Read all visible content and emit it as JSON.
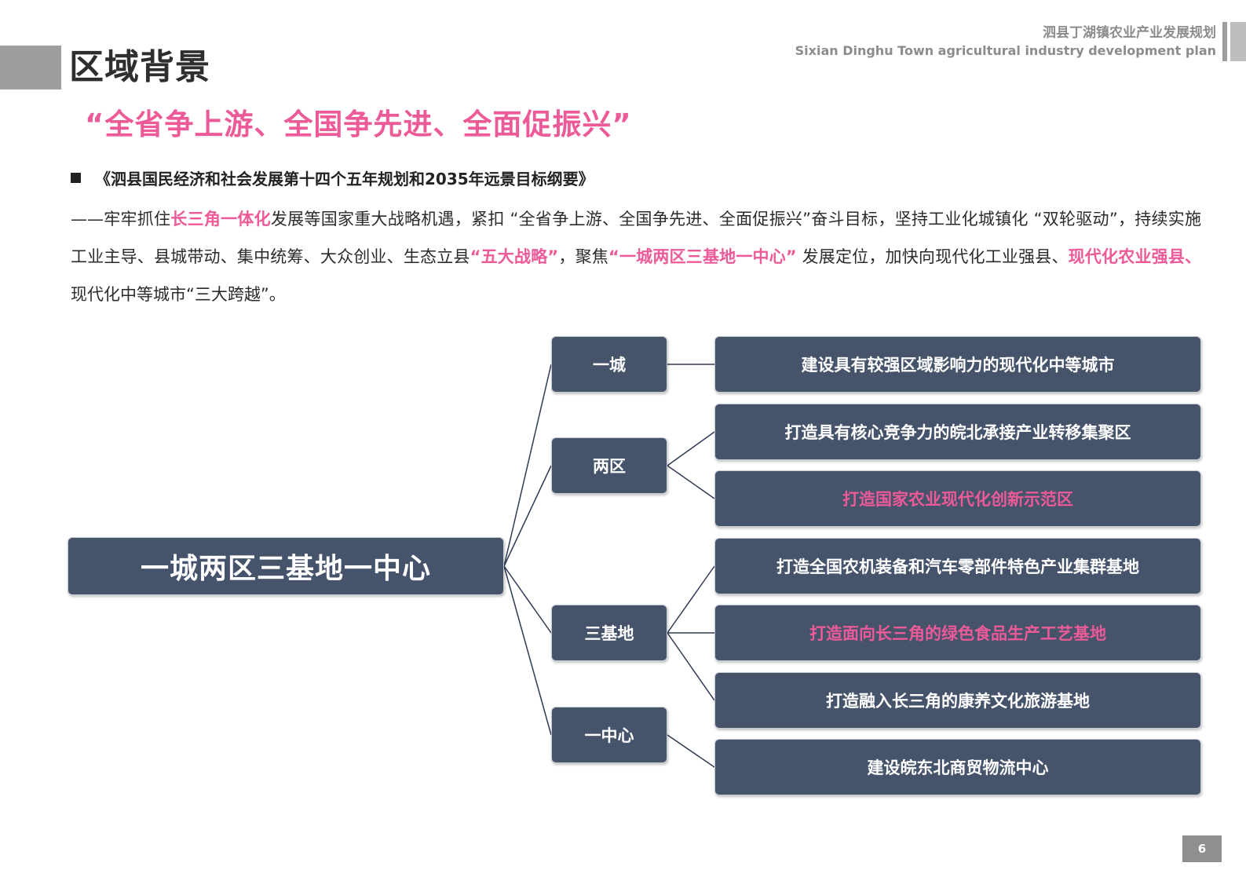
{
  "header": {
    "title_cn": "泗县丁湖镇农业产业发展规划",
    "title_en": "Sixian Dinghu Town agricultural industry development plan"
  },
  "section_title": "区域背景",
  "slogan": "“全省争上游、全国争先进、全面促振兴”",
  "bullet_title": "《泗县国民经济和社会发展第十四个五年规划和2035年远景目标纲要》",
  "body": {
    "p1": "——牢牢抓住",
    "h1": "长三角一体化",
    "p2": "发展等国家重大战略机遇，紧扣 “全省争上游、全国争先进、全面促振兴”奋斗目标，坚持工业化城镇化 “双轮驱动”，持续实施工业主导、县城带动、集中统筹、大众创业、生态立县",
    "h2": "“五大战略”",
    "p3": "，聚焦",
    "h3": "“一城两区三基地一中心”",
    "p4": " 发展定位，加快向现代化工业强县、",
    "h4": "现代化农业强县、",
    "p5": "现代化中等城市“三大跨越”。"
  },
  "tree": {
    "root": "一城两区三基地一中心",
    "branches": [
      {
        "label": "一城",
        "items": [
          {
            "text": "建设具有较强区域影响力的现代化中等城市",
            "highlight": false
          }
        ]
      },
      {
        "label": "两区",
        "items": [
          {
            "text": "打造具有核心竞争力的皖北承接产业转移集聚区",
            "highlight": false
          },
          {
            "text": "打造国家农业现代化创新示范区",
            "highlight": true
          }
        ]
      },
      {
        "label": "三基地",
        "items": [
          {
            "text": "打造全国农机装备和汽车零部件特色产业集群基地",
            "highlight": false
          },
          {
            "text": "打造面向长三角的绿色食品生产工艺基地",
            "highlight": true
          },
          {
            "text": "打造融入长三角的康养文化旅游基地",
            "highlight": false
          }
        ]
      },
      {
        "label": "一中心",
        "items": [
          {
            "text": "建设皖东北商贸物流中心",
            "highlight": false
          }
        ]
      }
    ]
  },
  "colors": {
    "accent": "#ec5a98",
    "box": "#45536b",
    "line": "#2f3b52"
  },
  "page_number": "6"
}
